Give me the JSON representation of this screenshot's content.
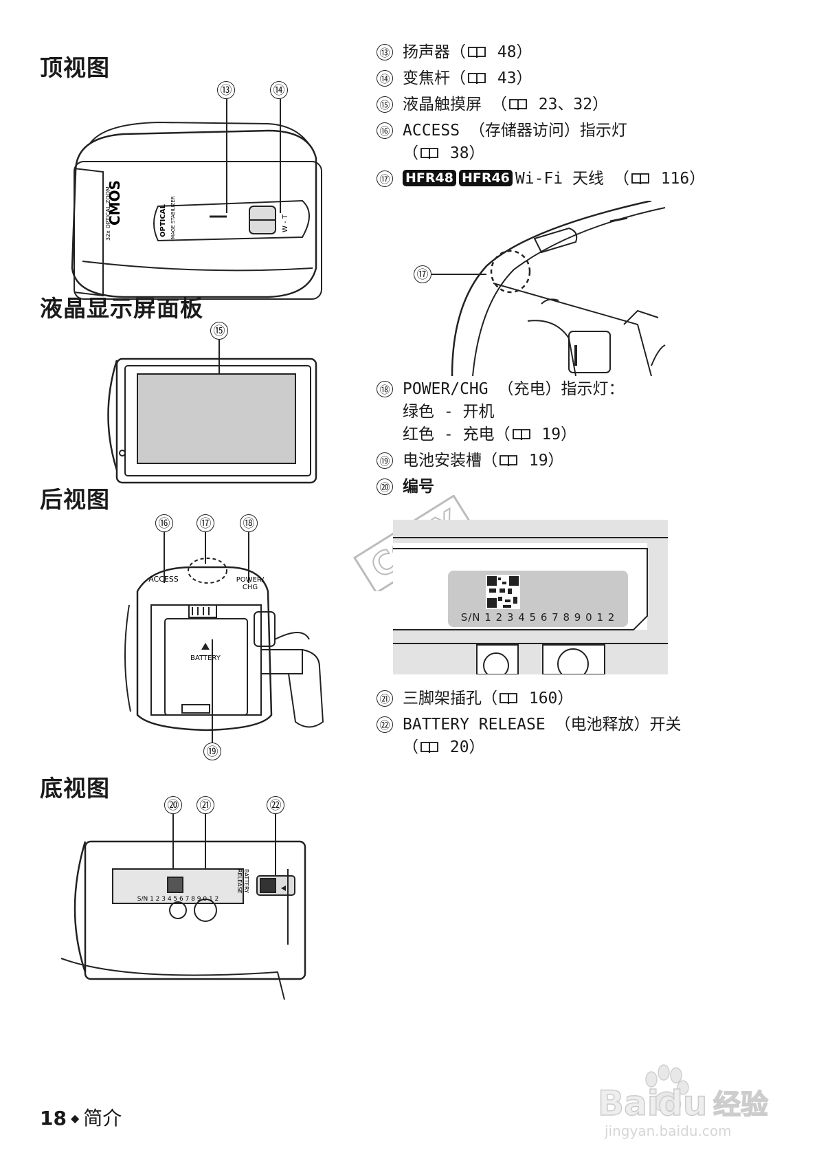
{
  "sections": {
    "top_view": "顶视图",
    "lcd_panel": "液晶显示屏面板",
    "rear_view": "后视图",
    "bottom_view": "底视图"
  },
  "callouts": {
    "c13": "⑬",
    "c14": "⑭",
    "c15": "⑮",
    "c16": "⑯",
    "c17": "⑰",
    "c18": "⑱",
    "c19": "⑲",
    "c20": "⑳",
    "c21": "㉑",
    "c22": "㉒"
  },
  "figure_labels": {
    "cmos": "CMOS",
    "optical_zoom": "32x OPTICAL ZOOM",
    "optical": "OPTICAL",
    "image_stabilizer": "IMAGE STABILIZER",
    "wt": "W - T",
    "access": "ACCESS",
    "power_chg_1": "POWER/",
    "power_chg_2": "CHG",
    "battery": "BATTERY",
    "battery_release_1": "BATTERY",
    "battery_release_2": "RELEASE",
    "serial_small": "S/N 1 2 3 4 5 6 7 8 9 0 1 2",
    "serial_large": "S/N 1 2 3 4 5 6 7 8 9 0 1 2",
    "copy_stamp": "COPY"
  },
  "legend": {
    "i13": {
      "num": "⑬",
      "text": "扬声器（",
      "ref": "48）"
    },
    "i14": {
      "num": "⑭",
      "text": "变焦杆（",
      "ref": "43）"
    },
    "i15": {
      "num": "⑮",
      "text": "液晶触摸屏 （",
      "ref": "23、32）"
    },
    "i16": {
      "num": "⑯",
      "text": "ACCESS （存储器访问）指示灯",
      "line2_prefix": "（",
      "ref": "38）"
    },
    "i17": {
      "num": "⑰",
      "badge1": "HFR48",
      "badge2": "HFR46",
      "text": "Wi-Fi 天线 （",
      "ref": "116）"
    },
    "i18": {
      "num": "⑱",
      "text": "POWER/CHG （充电）指示灯：",
      "line2": "绿色 - 开机",
      "line3_prefix": "红色 - 充电（",
      "ref": "19）"
    },
    "i19": {
      "num": "⑲",
      "text": "电池安装槽（",
      "ref": "19）"
    },
    "i20": {
      "num": "⑳",
      "text": "编号"
    },
    "i21": {
      "num": "㉑",
      "text": "三脚架插孔（",
      "ref": "160）"
    },
    "i22": {
      "num": "㉒",
      "text": "BATTERY RELEASE （电池释放）开关",
      "line2_prefix": "（",
      "ref": "20）"
    }
  },
  "footer": {
    "page_number": "18",
    "chapter": "简介"
  },
  "watermark": {
    "brand": "Bai",
    "brand2": "du",
    "jingyan": "经验",
    "url": "jingyan.baidu.com"
  }
}
